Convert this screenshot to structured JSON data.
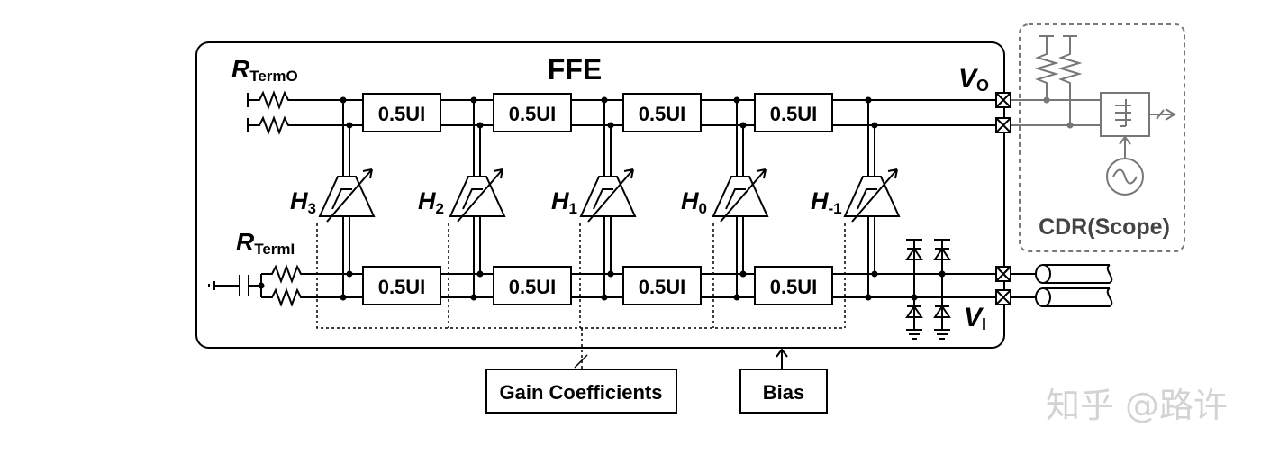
{
  "title": "FFE",
  "delay_cell_label": "0.5UI",
  "labels": {
    "rterm_o_main": "R",
    "rterm_o_sub": "TermO",
    "rterm_i_main": "R",
    "rterm_i_sub": "TermI",
    "vo_main": "V",
    "vo_sub": "O",
    "vi_main": "V",
    "vi_sub": "I",
    "cdr": "CDR(Scope)",
    "gain": "Gain Coefficients",
    "bias": "Bias"
  },
  "taps": [
    {
      "main": "H",
      "sub": "3"
    },
    {
      "main": "H",
      "sub": "2"
    },
    {
      "main": "H",
      "sub": "1"
    },
    {
      "main": "H",
      "sub": "0"
    },
    {
      "main": "H",
      "sub": "-1"
    }
  ],
  "watermark": "知乎 @路许"
}
